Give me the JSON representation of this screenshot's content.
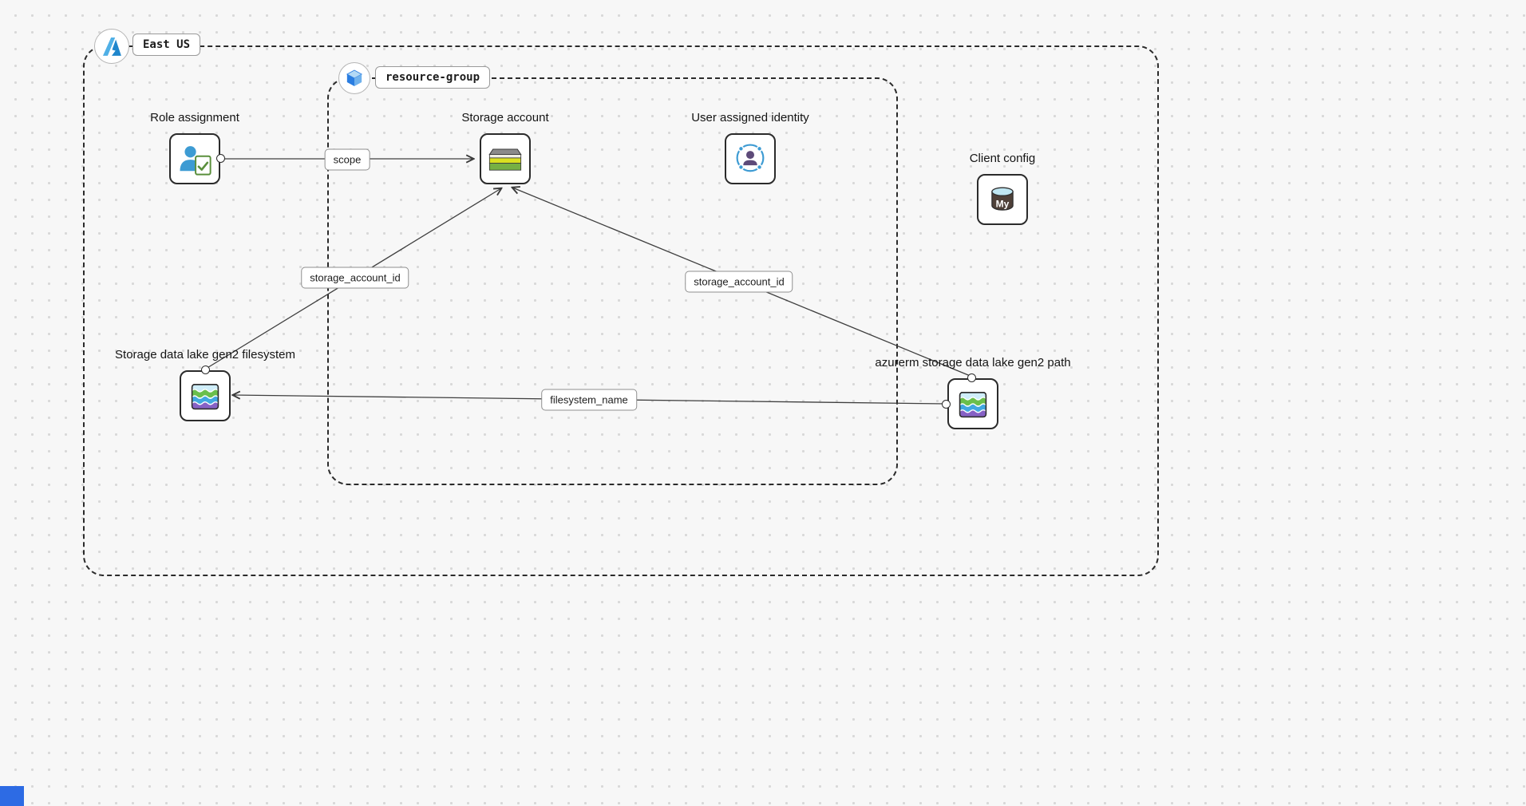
{
  "canvas": {
    "background": "#f7f7f7",
    "dot_color": "#d8d8d8",
    "accent_blue": "#2a7de1"
  },
  "regions": {
    "east_us": {
      "label": "East US",
      "icon": "azure-logo"
    },
    "resource_group": {
      "label": "resource-group",
      "icon": "cube-icon"
    }
  },
  "nodes": {
    "role_assignment": {
      "label": "Role assignment",
      "icon": "role-assignment-icon"
    },
    "storage_account": {
      "label": "Storage account",
      "icon": "storage-account-icon"
    },
    "user_assigned_identity": {
      "label": "User assigned identity",
      "icon": "user-identity-icon"
    },
    "client_config": {
      "label": "Client config",
      "icon": "mysql-database-icon",
      "icon_text": "My"
    },
    "datalake_filesystem": {
      "label": "Storage data lake gen2 filesystem",
      "icon": "data-lake-icon"
    },
    "datalake_path": {
      "label": "azurerm storage data lake gen2 path",
      "icon": "data-lake-icon"
    }
  },
  "edges": {
    "scope": {
      "label": "scope",
      "from": "role_assignment",
      "to": "storage_account"
    },
    "storage_account_id_left": {
      "label": "storage_account_id",
      "from": "datalake_filesystem",
      "to": "storage_account"
    },
    "storage_account_id_right": {
      "label": "storage_account_id",
      "from": "datalake_path",
      "to": "storage_account"
    },
    "filesystem_name": {
      "label": "filesystem_name",
      "from": "datalake_path",
      "to": "datalake_filesystem"
    }
  }
}
